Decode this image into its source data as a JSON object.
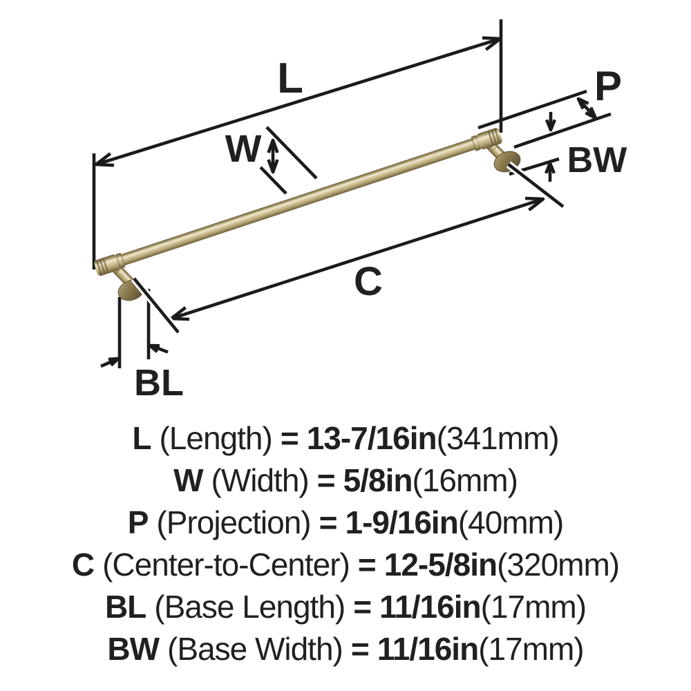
{
  "diagram": {
    "labels": {
      "length": "L",
      "width": "W",
      "projection": "P",
      "center_to_center": "C",
      "base_length": "BL",
      "base_width": "BW"
    },
    "product": "cabinet-pull-handle",
    "finish_colors": {
      "gold_base": "#b3a172",
      "gold_highlight": "#f1ead0",
      "gold_mid": "#c9ba8e",
      "gold_dark": "#6a5a36",
      "disc_dark": "#57482a"
    },
    "line_color": "#1b1b1b"
  },
  "specs": [
    {
      "symbol": "L",
      "name": "(Length)",
      "eq": "=",
      "imperial": "13-7/16in",
      "metric": "(341mm)"
    },
    {
      "symbol": "W",
      "name": "(Width)",
      "eq": "=",
      "imperial": "5/8in",
      "metric": "(16mm)"
    },
    {
      "symbol": "P",
      "name": "(Projection)",
      "eq": "=",
      "imperial": "1-9/16in",
      "metric": "(40mm)"
    },
    {
      "symbol": "C",
      "name": "(Center-to-Center)",
      "eq": "=",
      "imperial": "12-5/8in",
      "metric": "(320mm)"
    },
    {
      "symbol": "BL",
      "name": "(Base Length)",
      "eq": "=",
      "imperial": "11/16in",
      "metric": "(17mm)"
    },
    {
      "symbol": "BW",
      "name": "(Base Width)",
      "eq": "=",
      "imperial": "11/16in",
      "metric": "(17mm)"
    }
  ]
}
